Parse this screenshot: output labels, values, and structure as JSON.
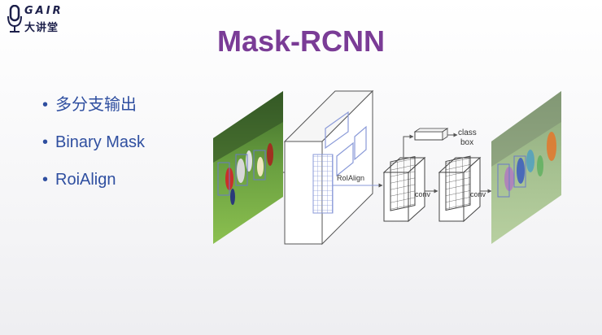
{
  "logo": {
    "top_text": "GAIR",
    "bottom_text": "大讲堂",
    "icon": "microphone-icon"
  },
  "title": "Mask-RCNN",
  "bullets": [
    {
      "text": "多分支输出"
    },
    {
      "text": "Binary Mask"
    },
    {
      "text": "RoiAlign"
    }
  ],
  "diagram": {
    "roialign_label": "RoIAlign",
    "conv1_label": "conv",
    "conv2_label": "conv",
    "class_box_line1": "class",
    "class_box_line2": "box"
  },
  "colors": {
    "title": "#7a3c96",
    "bullet_text": "#2f4fa0",
    "diagram_line": "#555555",
    "grid_blue": "#8a9ad8"
  }
}
